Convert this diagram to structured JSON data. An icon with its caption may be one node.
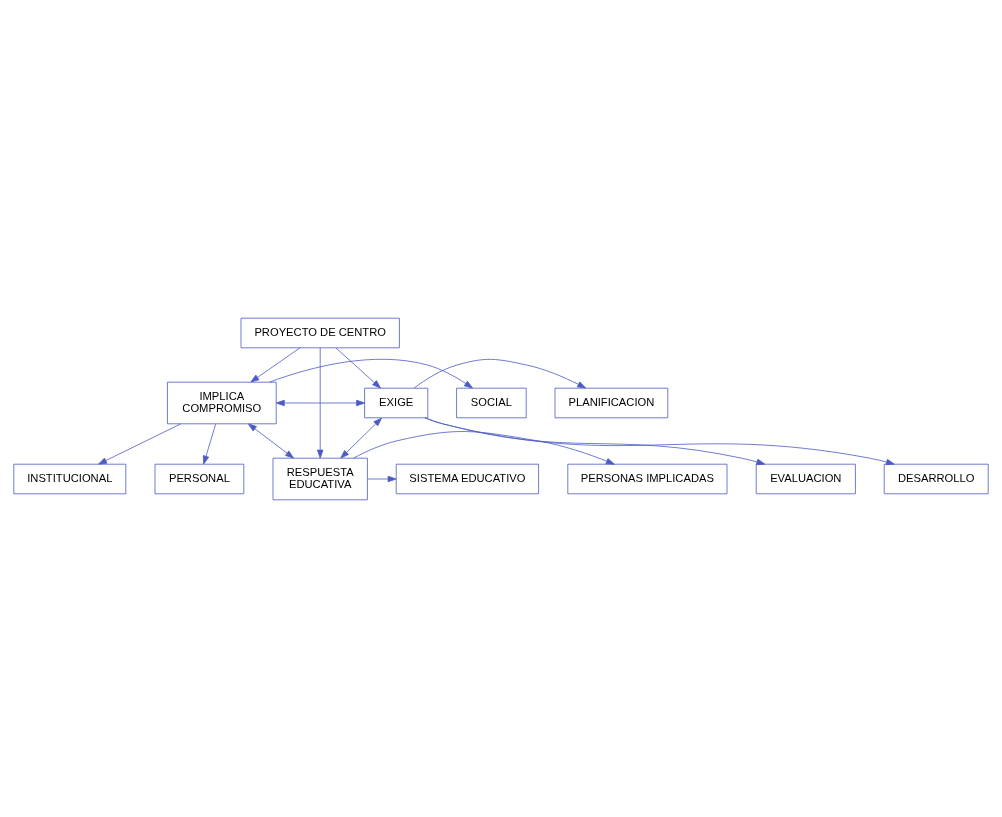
{
  "diagram": {
    "nodes": [
      {
        "text": [
          "SISTEMA EDUCATIVO"
        ]
      },
      {
        "text": [
          "PERSONAS IMPLICADAS"
        ]
      },
      {
        "text": [
          "RESPUESTA EDUCATIVA"
        ]
      },
      {
        "text": [
          "PROYECTO DE CENTRO"
        ]
      },
      {
        "text": [
          "SOCIAL"
        ]
      },
      {
        "text": [
          "INSTITUCIONAL"
        ]
      },
      {
        "text": [
          "PERSONAL"
        ]
      },
      {
        "text": [
          "IMPLICA COMPROMISO"
        ]
      },
      {
        "text": [
          "EXIGE"
        ]
      },
      {
        "text": [
          "PLANIFICACION"
        ]
      },
      {
        "text": [
          "DESARROLLO"
        ]
      },
      {
        "text": [
          "EVALUACION"
        ]
      }
    ],
    "edges": [
      {
        "from": 2,
        "to": 0,
        "arrow": "to"
      },
      {
        "from": 2,
        "to": 1,
        "arrow": "to"
      },
      {
        "from": 3,
        "to": 2,
        "arrow": "to"
      },
      {
        "from": 7,
        "to": 2,
        "arrow": "both"
      },
      {
        "from": 8,
        "to": 2,
        "arrow": "both"
      },
      {
        "from": 3,
        "to": 7,
        "arrow": "to"
      },
      {
        "from": 3,
        "to": 8,
        "arrow": "to"
      },
      {
        "from": 7,
        "to": 8,
        "arrow": "both"
      },
      {
        "from": 7,
        "to": 4,
        "arrow": "to"
      },
      {
        "from": 7,
        "to": 5,
        "arrow": "to"
      },
      {
        "from": 7,
        "to": 6,
        "arrow": "to"
      },
      {
        "from": 8,
        "to": 9,
        "arrow": "to"
      },
      {
        "from": 8,
        "to": 10,
        "arrow": "to"
      },
      {
        "from": 8,
        "to": 11,
        "arrow": "to"
      }
    ]
  }
}
